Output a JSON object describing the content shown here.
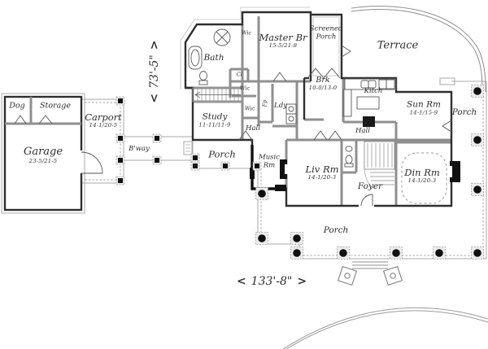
{
  "colors": {
    "paper": "#ffffff",
    "ink": "#2f2f2f",
    "wall_gray": "#8f8f8f",
    "column_black": "#101010"
  },
  "rooms": {
    "dog": {
      "name": "Dog"
    },
    "storage": {
      "name": "Storage"
    },
    "garage": {
      "name": "Garage",
      "dims": "23-5/21-5"
    },
    "carport": {
      "name": "Carport",
      "dims": "14-1/20-5"
    },
    "breezeway": {
      "name": "B'way"
    },
    "bath": {
      "name": "Bath"
    },
    "wic_master": {
      "name": "Wic"
    },
    "closet": {
      "name": "Cl"
    },
    "wic_hall": {
      "name": "Wic"
    },
    "wic_study": {
      "name": "Wic"
    },
    "master_bedroom": {
      "name": "Master Br",
      "dims": "15-5/21-8"
    },
    "screened_porch": {
      "line1": "Screened",
      "line2": "Porch"
    },
    "terrace": {
      "name": "Terrace"
    },
    "breakfast": {
      "name": "Brk",
      "dims": "10-0/13-0"
    },
    "kitchen": {
      "name": "Kitch"
    },
    "fireplace": {
      "name": "Fp"
    },
    "laundry": {
      "name": "Ldy"
    },
    "hall_west": {
      "name": "Hall"
    },
    "hall_east": {
      "name": "Hall"
    },
    "study": {
      "name": "Study",
      "dims": "11-11/11-9"
    },
    "music_room": {
      "line1": "Music",
      "line2": "Rm"
    },
    "living_room": {
      "name": "Liv Rm",
      "dims": "14-1/20-3"
    },
    "foyer": {
      "name": "Foyer"
    },
    "dining_room": {
      "name": "Din Rm",
      "dims": "14-1/20-3"
    },
    "sun_room": {
      "name": "Sun Rm",
      "dims": "14-1/15-9"
    },
    "porch_west": {
      "name": "Porch"
    },
    "porch_east": {
      "name": "Porch"
    },
    "porch_south": {
      "name": "Porch"
    }
  },
  "dimensions": {
    "overall_width": {
      "value": "133'-8\"",
      "arrow_left": "<",
      "arrow_right": ">"
    },
    "overall_height": {
      "value": "73'-5\"",
      "arrow_left": "<",
      "arrow_right": ">"
    }
  }
}
